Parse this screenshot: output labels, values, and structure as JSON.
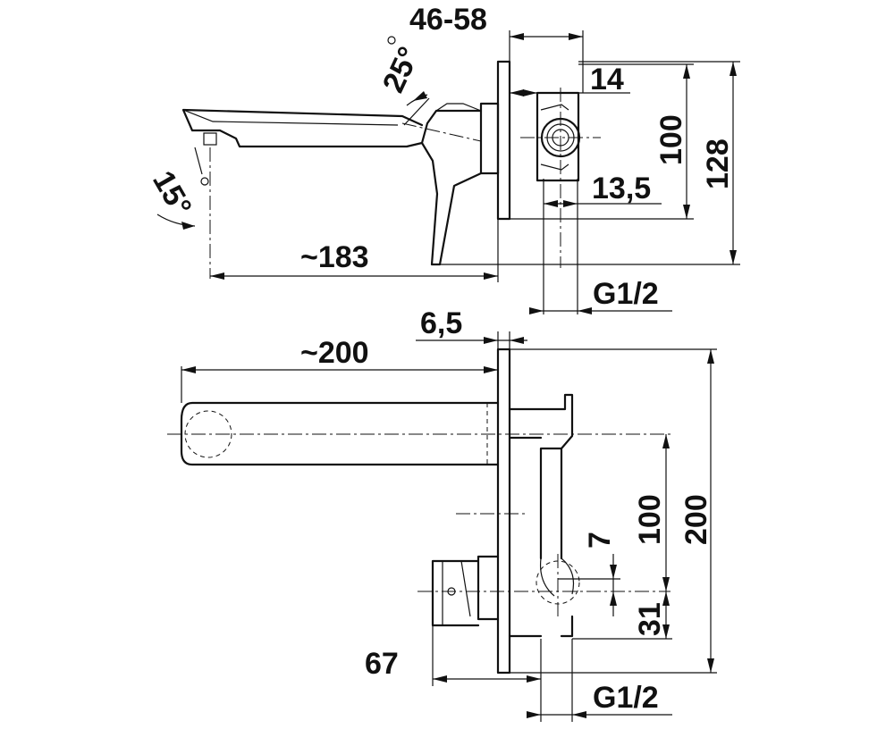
{
  "top_view": {
    "dims": {
      "depth_range": "46-58",
      "angle_spout": "25°",
      "angle_lever": "15°",
      "body_offset": "14",
      "box_height": "100",
      "plate_height": "128",
      "pipe_offset": "13,5",
      "spout_length": "~183",
      "thread": "G1/2"
    }
  },
  "front_view": {
    "dims": {
      "plate_thickness": "6,5",
      "spout_length": "~200",
      "axis_distance": "100",
      "plate_height": "200",
      "inlet_offset": "7",
      "bottom_offset": "31",
      "handle_length": "67",
      "thread": "G1/2"
    }
  }
}
